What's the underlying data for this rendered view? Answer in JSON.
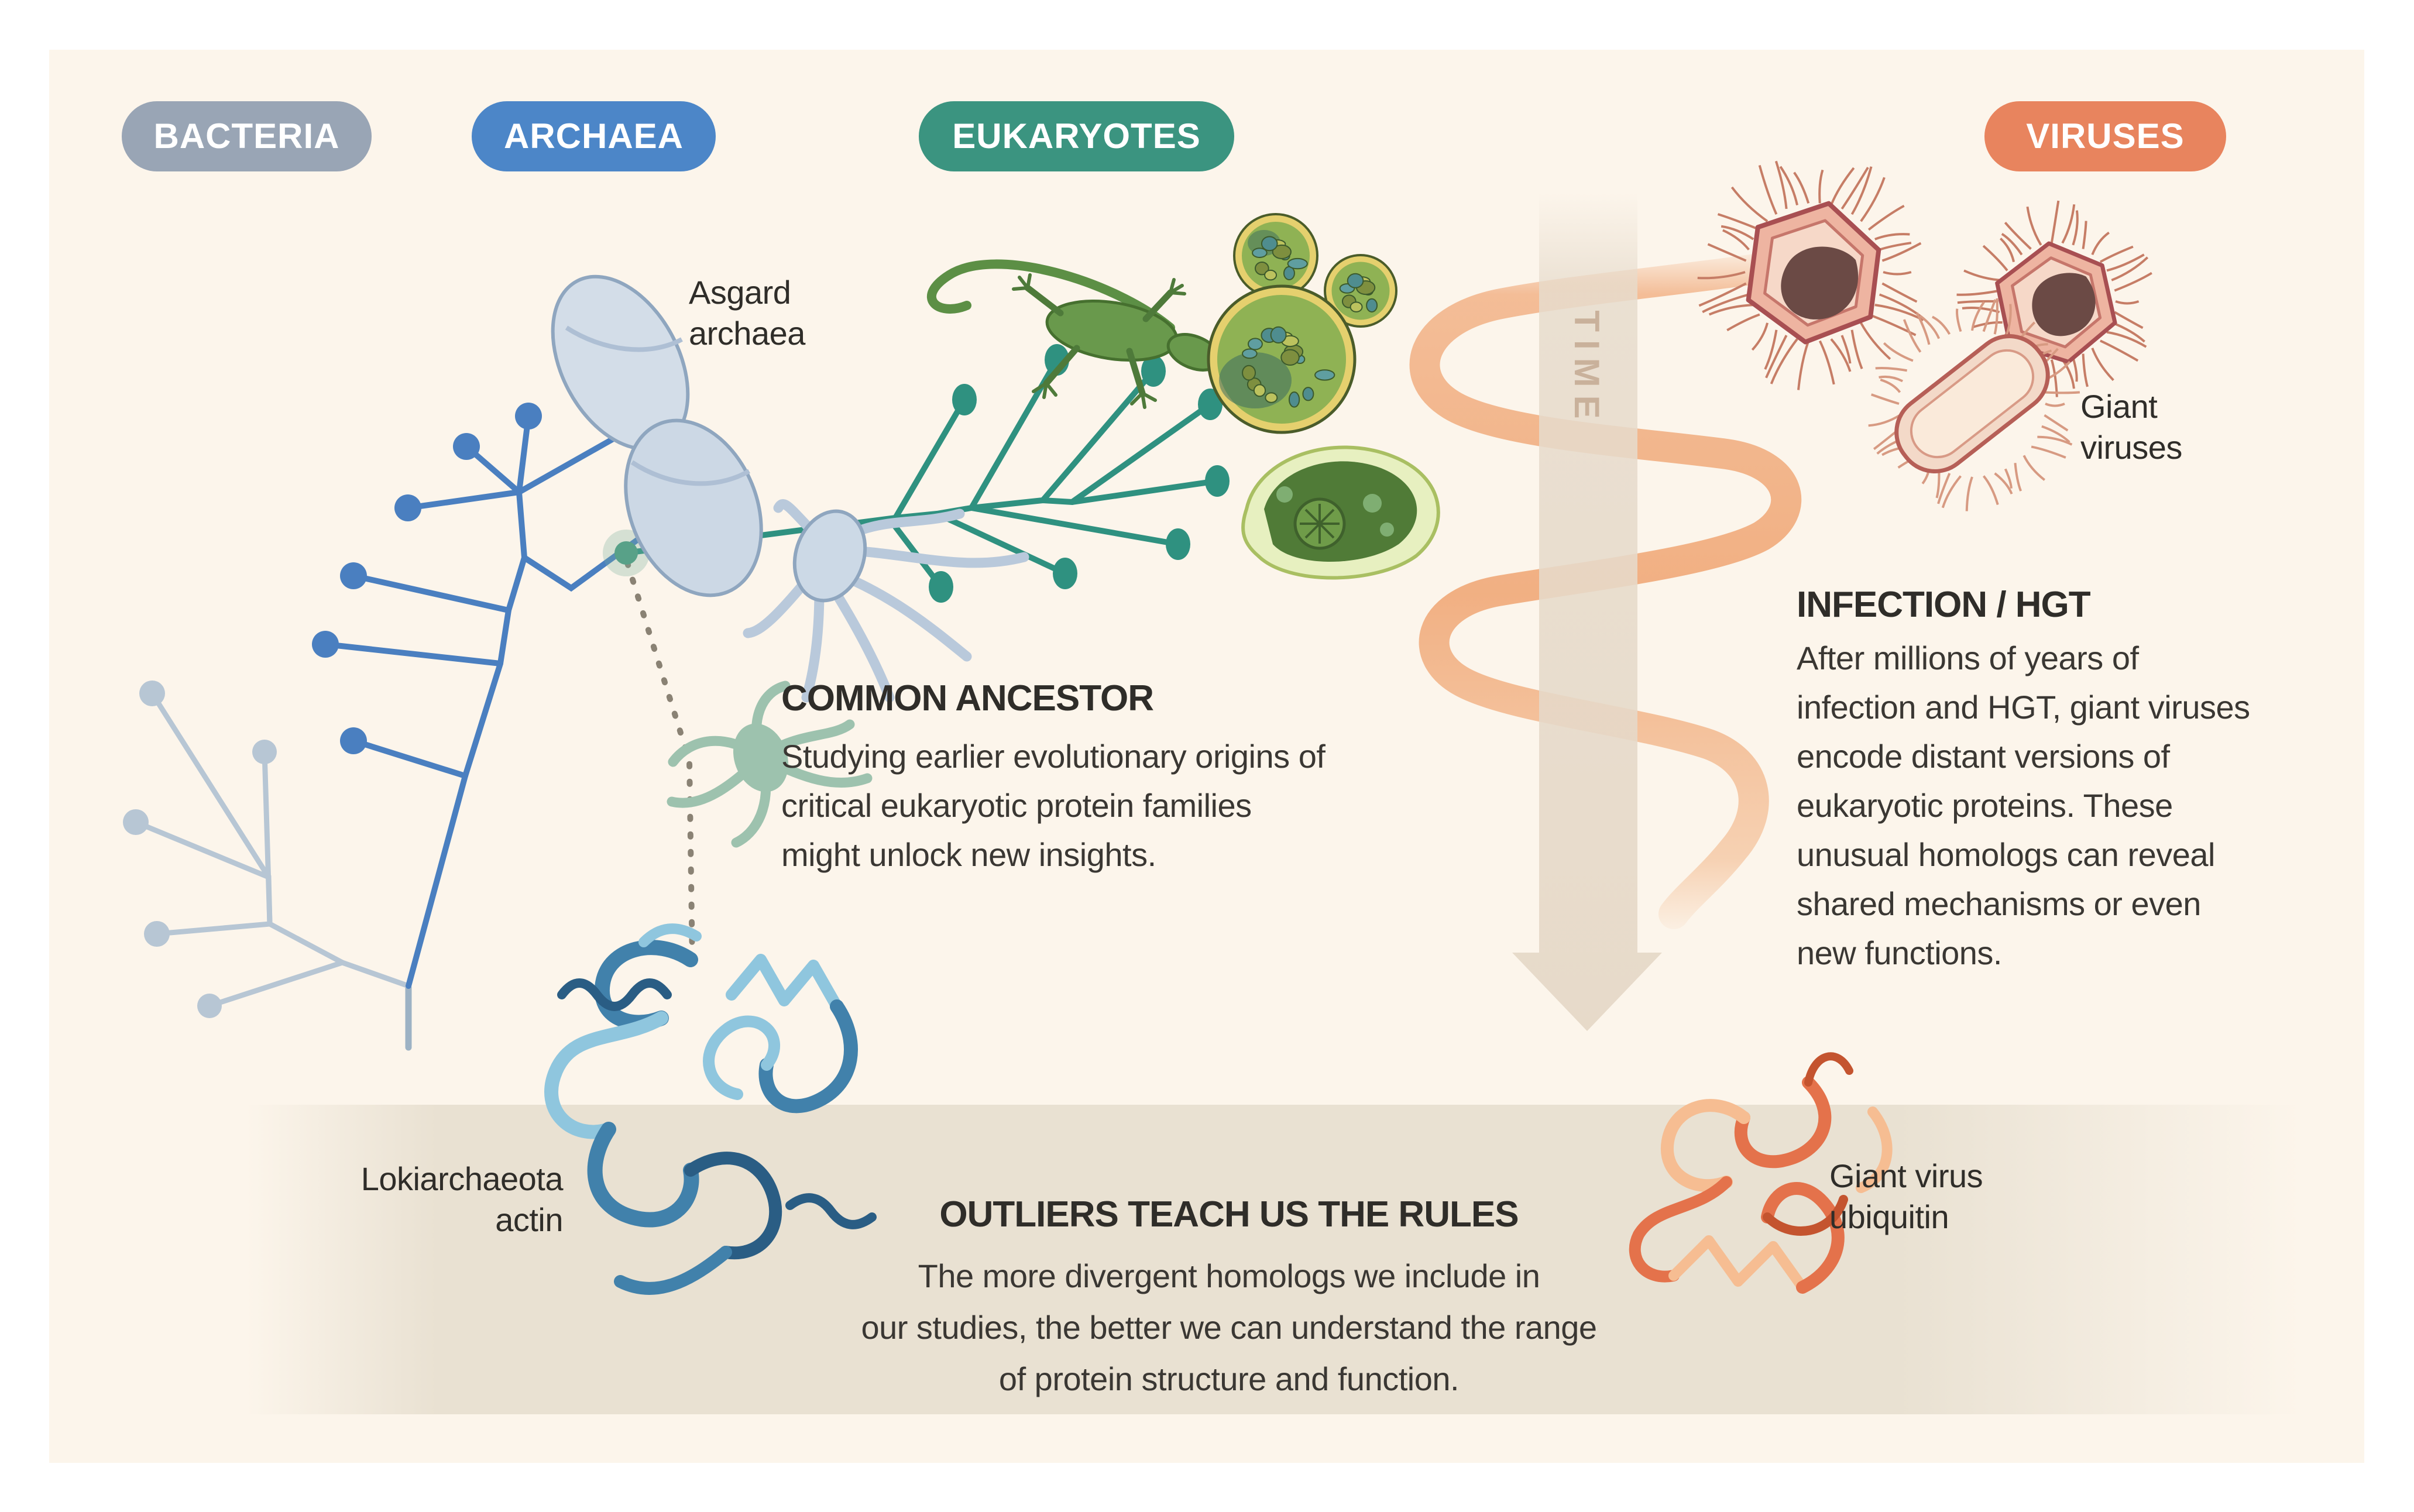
{
  "pills": [
    {
      "label": "BACTERIA",
      "color": "#99a5b5"
    },
    {
      "label": "ARCHAEA",
      "color": "#4c86c8"
    },
    {
      "label": "EUKARYOTES",
      "color": "#3b9480"
    },
    {
      "label": "VIRUSES",
      "color": "#e8845e"
    }
  ],
  "labels": {
    "time": "TIME",
    "asgard_line1": "Asgard",
    "asgard_line2": "archaea",
    "giant_viruses_line1": "Giant",
    "giant_viruses_line2": "viruses",
    "actin_line1": "Lokiarchaeota",
    "actin_line2": "actin",
    "ubiquitin_line1": "Giant virus",
    "ubiquitin_line2": "ubiquitin"
  },
  "sections": {
    "common_ancestor": {
      "title": "COMMON ANCESTOR",
      "lines": [
        "Studying earlier evolutionary origins of",
        "critical eukaryotic protein families",
        "might unlock new insights."
      ]
    },
    "infection": {
      "title": "INFECTION / HGT",
      "lines": [
        "After millions of years of",
        "infection and HGT, giant viruses",
        "encode distant versions of",
        "eukaryotic proteins. These",
        "unusual homologs can reveal",
        "shared mechanisms or even",
        "new functions."
      ]
    },
    "outliers": {
      "title": "OUTLIERS TEACH US THE RULES",
      "lines": [
        "The more divergent homologs we include in",
        "our studies, the better we can understand the range",
        "of protein structure and function."
      ]
    }
  },
  "colors": {
    "panel_bg": "#fcf5eb",
    "bottom_band": "#e9e1d2",
    "bacteria_tree": "#b7c6d4",
    "archaea_tree": "#4a7fc0",
    "eukaryote_tree": "#2f9180",
    "common_ancestor_cell": "#9dc2ae",
    "time_arrow": "#e7dccd",
    "hgt_spiral": "#f0a877",
    "virus_outline": "#a84f52",
    "actin_blue": "#4181ab",
    "ubiquitin_coral": "#e4724b"
  }
}
